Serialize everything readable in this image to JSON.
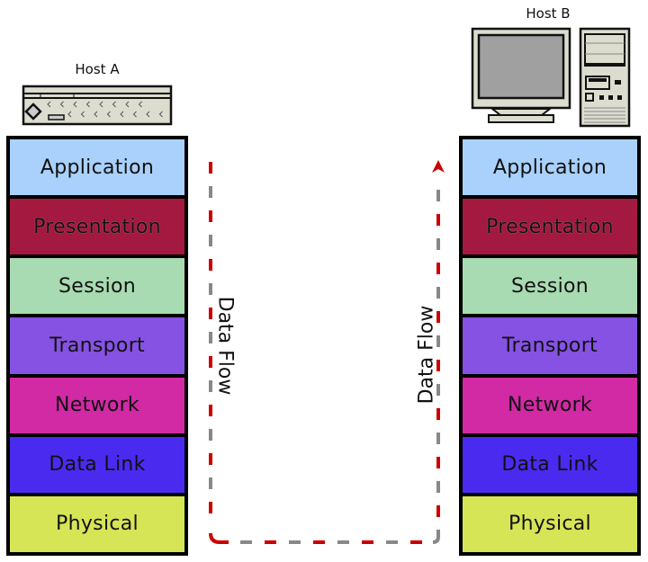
{
  "host_a": {
    "label": "Host A",
    "device_icon": "network-switch-icon"
  },
  "host_b": {
    "label": "Host B",
    "device_icon": "desktop-computer-icon"
  },
  "layers": [
    {
      "name": "Application",
      "color": "#a9d1fb"
    },
    {
      "name": "Presentation",
      "color": "#a3193f"
    },
    {
      "name": "Session",
      "color": "#a8dbb1"
    },
    {
      "name": "Transport",
      "color": "#8652e3"
    },
    {
      "name": "Network",
      "color": "#d229a5"
    },
    {
      "name": "Data Link",
      "color": "#4b2af0"
    },
    {
      "name": "Physical",
      "color": "#d6e556"
    }
  ],
  "data_flow": {
    "label_down": "Data Flow",
    "label_up": "Data Flow",
    "dash_colors": [
      "#cc0000",
      "#888888"
    ]
  }
}
